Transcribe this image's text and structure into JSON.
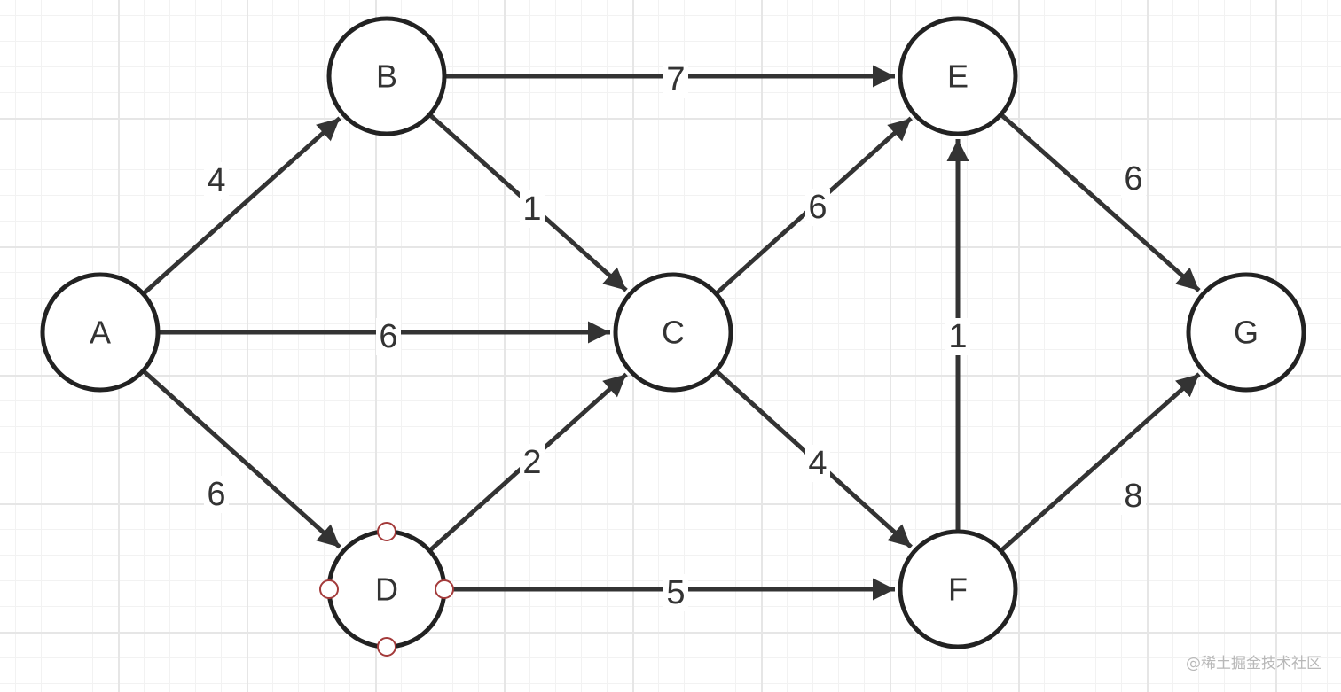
{
  "nodes": [
    {
      "id": "A",
      "label": "A"
    },
    {
      "id": "B",
      "label": "B"
    },
    {
      "id": "C",
      "label": "C"
    },
    {
      "id": "D",
      "label": "D",
      "selected": true
    },
    {
      "id": "E",
      "label": "E"
    },
    {
      "id": "F",
      "label": "F"
    },
    {
      "id": "G",
      "label": "G"
    }
  ],
  "edges": [
    {
      "from": "A",
      "to": "B",
      "weight": "4"
    },
    {
      "from": "A",
      "to": "C",
      "weight": "6"
    },
    {
      "from": "A",
      "to": "D",
      "weight": "6"
    },
    {
      "from": "B",
      "to": "E",
      "weight": "7"
    },
    {
      "from": "B",
      "to": "C",
      "weight": "1"
    },
    {
      "from": "D",
      "to": "C",
      "weight": "2"
    },
    {
      "from": "D",
      "to": "F",
      "weight": "5"
    },
    {
      "from": "C",
      "to": "E",
      "weight": "6"
    },
    {
      "from": "C",
      "to": "F",
      "weight": "4"
    },
    {
      "from": "F",
      "to": "E",
      "weight": "1"
    },
    {
      "from": "E",
      "to": "G",
      "weight": "6"
    },
    {
      "from": "F",
      "to": "G",
      "weight": "8"
    }
  ],
  "colors": {
    "edge": "#333333",
    "node_stroke": "#222222",
    "selection_handle": "#a33a3a",
    "grid": "#e6e6e6"
  },
  "watermark": "@稀土掘金技术社区"
}
